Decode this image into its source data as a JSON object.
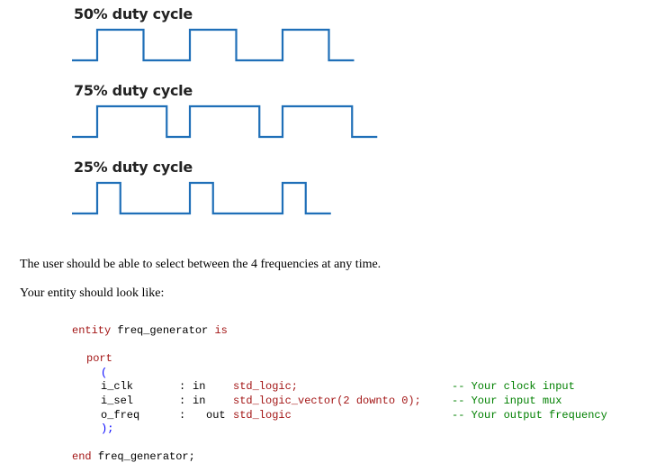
{
  "waveforms": [
    {
      "title": "50% duty cycle",
      "duty_cycle": 0.5,
      "periods": 3
    },
    {
      "title": "75% duty cycle",
      "duty_cycle": 0.75,
      "periods": 3
    },
    {
      "title": "25% duty cycle",
      "duty_cycle": 0.25,
      "periods": 3
    }
  ],
  "wave_color": "#1f6fb8",
  "paragraphs": {
    "p1": "The user should be able to select between the 4 frequencies at any time.",
    "p2": "Your entity should look like:"
  },
  "code": {
    "line1_kw1": "entity",
    "line1_name": "freq_generator",
    "line1_kw2": "is",
    "port_kw": "port",
    "open_paren": "(",
    "ports": [
      {
        "name": "i_clk",
        "colon": ":",
        "dir": "in",
        "type": "std_logic;",
        "comment": "-- Your clock input"
      },
      {
        "name": "i_sel",
        "colon": ":",
        "dir": "in",
        "type": "std_logic_vector(2 downto 0);",
        "comment": "-- Your input mux"
      },
      {
        "name": "o_freq",
        "colon": ":",
        "dir": "out",
        "type": "std_logic",
        "comment": "-- Your output frequency"
      }
    ],
    "close_paren": ");",
    "end_kw": "end",
    "end_name": "freq_generator;"
  }
}
